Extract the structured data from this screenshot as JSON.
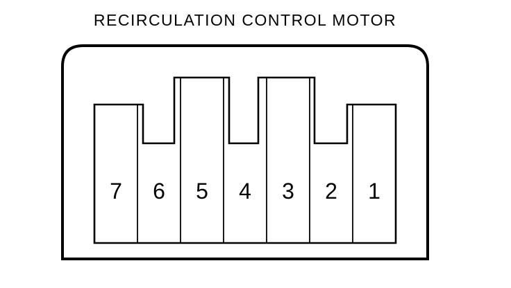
{
  "title": "RECIRCULATION CONTROL MOTOR",
  "connector": {
    "pins": [
      {
        "label": "7"
      },
      {
        "label": "6"
      },
      {
        "label": "5"
      },
      {
        "label": "4"
      },
      {
        "label": "3"
      },
      {
        "label": "2"
      },
      {
        "label": "1"
      }
    ]
  },
  "colors": {
    "line": "#000000",
    "background": "#ffffff"
  }
}
